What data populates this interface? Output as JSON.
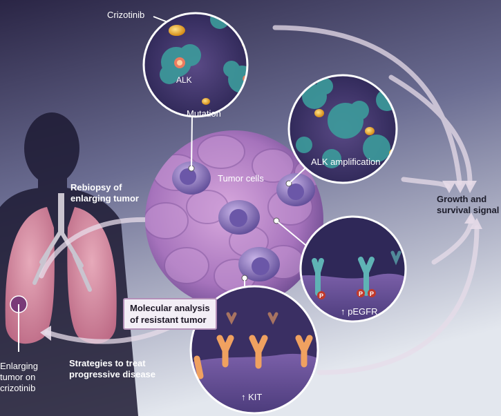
{
  "labels": {
    "crizotinib": "Crizotinib",
    "alk": "ALK",
    "mutation": "Mutation",
    "tumor_cells": "Tumor cells",
    "alk_amplification": "ALK amplification",
    "rebiopsy_line1": "Rebiopsy of",
    "rebiopsy_line2": "enlarging tumor",
    "growth_line1": "Growth and",
    "growth_line2": "survival signal",
    "molecular_line1": "Molecular analysis",
    "molecular_line2": "of resistant tumor",
    "pegfr": "↑ pEGFR",
    "kit": "↑ KIT",
    "strategies_line1": "Strategies to treat",
    "strategies_line2": "progressive disease",
    "enlarging_line1": "Enlarging",
    "enlarging_line2": "tumor on",
    "enlarging_line3": "crizotinib",
    "phospho": "P"
  },
  "colors": {
    "background_top": "#2f2a4a",
    "background_bottom": "#d7dde8",
    "tumor_mass": "#b57fc4",
    "tumor_cell": "#8c6bb8",
    "alk_protein": "#3c9c9c",
    "crizotinib": "#e9a929",
    "egfr_receptor": "#5fb3b5",
    "kit_receptor": "#f0a160",
    "phospho_badge": "#c0392b",
    "lung": "#d98aa0",
    "arrow": "#e7dce9"
  }
}
